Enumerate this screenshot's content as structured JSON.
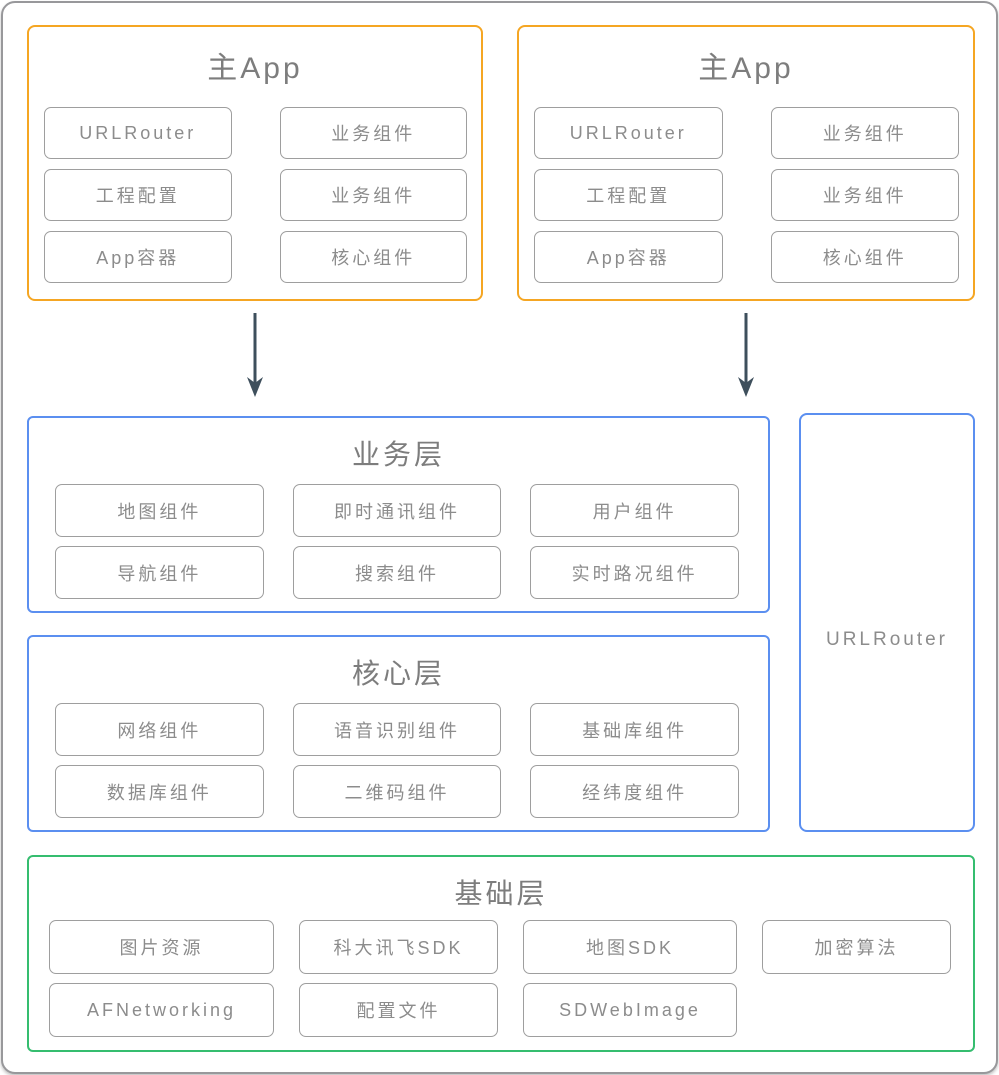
{
  "colors": {
    "orange": "#f5a623",
    "blue": "#5b8ff0",
    "green": "#35bd6f",
    "arrow": "#3e4f5c",
    "chip_border": "#9e9e9e",
    "chip_text": "#8c8c8c",
    "title_text": "#7d7d7d"
  },
  "top_apps": [
    {
      "title": "主App",
      "cells": [
        "URLRouter",
        "业务组件",
        "工程配置",
        "业务组件",
        "App容器",
        "核心组件"
      ]
    },
    {
      "title": "主App",
      "cells": [
        "URLRouter",
        "业务组件",
        "工程配置",
        "业务组件",
        "App容器",
        "核心组件"
      ]
    }
  ],
  "business_layer": {
    "title": "业务层",
    "cells": [
      "地图组件",
      "即时通讯组件",
      "用户组件",
      "导航组件",
      "搜索组件",
      "实时路况组件"
    ]
  },
  "core_layer": {
    "title": "核心层",
    "cells": [
      "网络组件",
      "语音识别组件",
      "基础库组件",
      "数据库组件",
      "二维码组件",
      "经纬度组件"
    ]
  },
  "router_panel": {
    "label": "URLRouter"
  },
  "foundation_layer": {
    "title": "基础层",
    "cells": [
      "图片资源",
      "科大讯飞SDK",
      "地图SDK",
      "加密算法",
      "AFNetworking",
      "配置文件",
      "SDWebImage"
    ]
  }
}
